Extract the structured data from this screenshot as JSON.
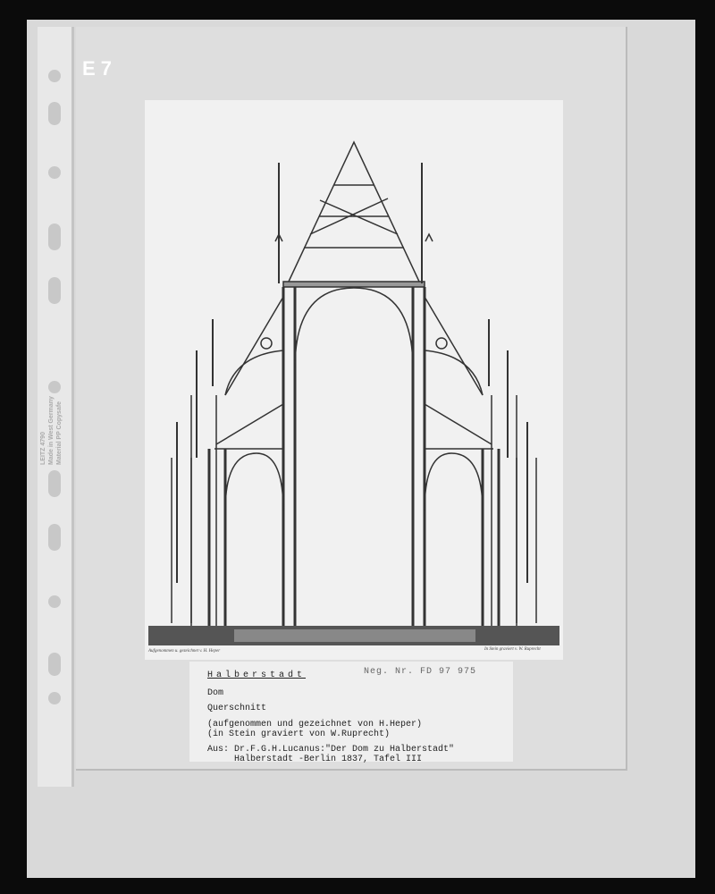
{
  "sheet_id": "E 7",
  "sleeve_brand": {
    "line1": "LEITZ 4790",
    "line2": "Made in West Germany",
    "line3": "Material PP Copysafe"
  },
  "drawing": {
    "caption_left": "Aufgenommen u. gezeichnet v. H. Heper",
    "caption_right": "In Stein graviert v. W. Ruprecht"
  },
  "label": {
    "city": "Halberstadt",
    "neg_nr": "Neg. Nr. FD 97 975",
    "building": "Dom",
    "view": "Querschnitt",
    "credit1": "(aufgenommen und gezeichnet von H.Heper)",
    "credit2": "(in Stein graviert von W.Ruprecht)",
    "source1": "Aus: Dr.F.G.H.Lucanus:\"Der Dom zu Halberstadt\"",
    "source2": "     Halberstadt -Berlin 1837, Tafel III"
  }
}
